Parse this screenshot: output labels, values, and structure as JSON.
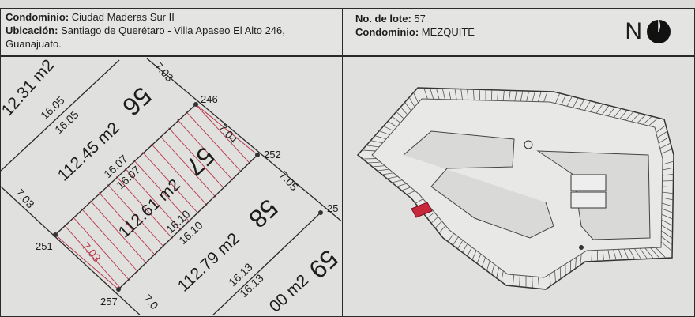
{
  "header": {
    "condominio_label": "Condominio:",
    "condominio_value": "Ciudad Maderas Sur II",
    "ubicacion_label": "Ubicación:",
    "ubicacion_value": "Santiago de Querétaro - Villa Apaseo El Alto 246,",
    "ubicacion_value_2": "Guanajuato.",
    "lote_label": "No. de lote:",
    "lote_value": "57",
    "condominio2_label": "Condominio:",
    "condominio2_value": "MEZQUITE",
    "north_label": "N",
    "north_icon": "north-half-circle-icon"
  },
  "detail_plan": {
    "lots": [
      {
        "number": "56",
        "area": "112.45 m2",
        "side_top": "16.05",
        "side_bottom": "16.07",
        "front": "7.03"
      },
      {
        "number": "57",
        "area": "112.61 m2",
        "side_top": "16.07",
        "side_bottom": "16.10",
        "front": "7.04",
        "back": "7.03",
        "highlighted": true
      },
      {
        "number": "58",
        "area": "112.79 m2",
        "side_top": "16.10",
        "side_bottom": "16.13",
        "front": "7.05"
      },
      {
        "number": "59",
        "area": "00 m2"
      }
    ],
    "partial_area_55": "12.31 m2",
    "left_front": "7.03",
    "vertices": [
      "246",
      "252",
      "251",
      "257",
      "25"
    ],
    "bottom_partial": "7.0",
    "highlight_color": "#b8364a"
  }
}
